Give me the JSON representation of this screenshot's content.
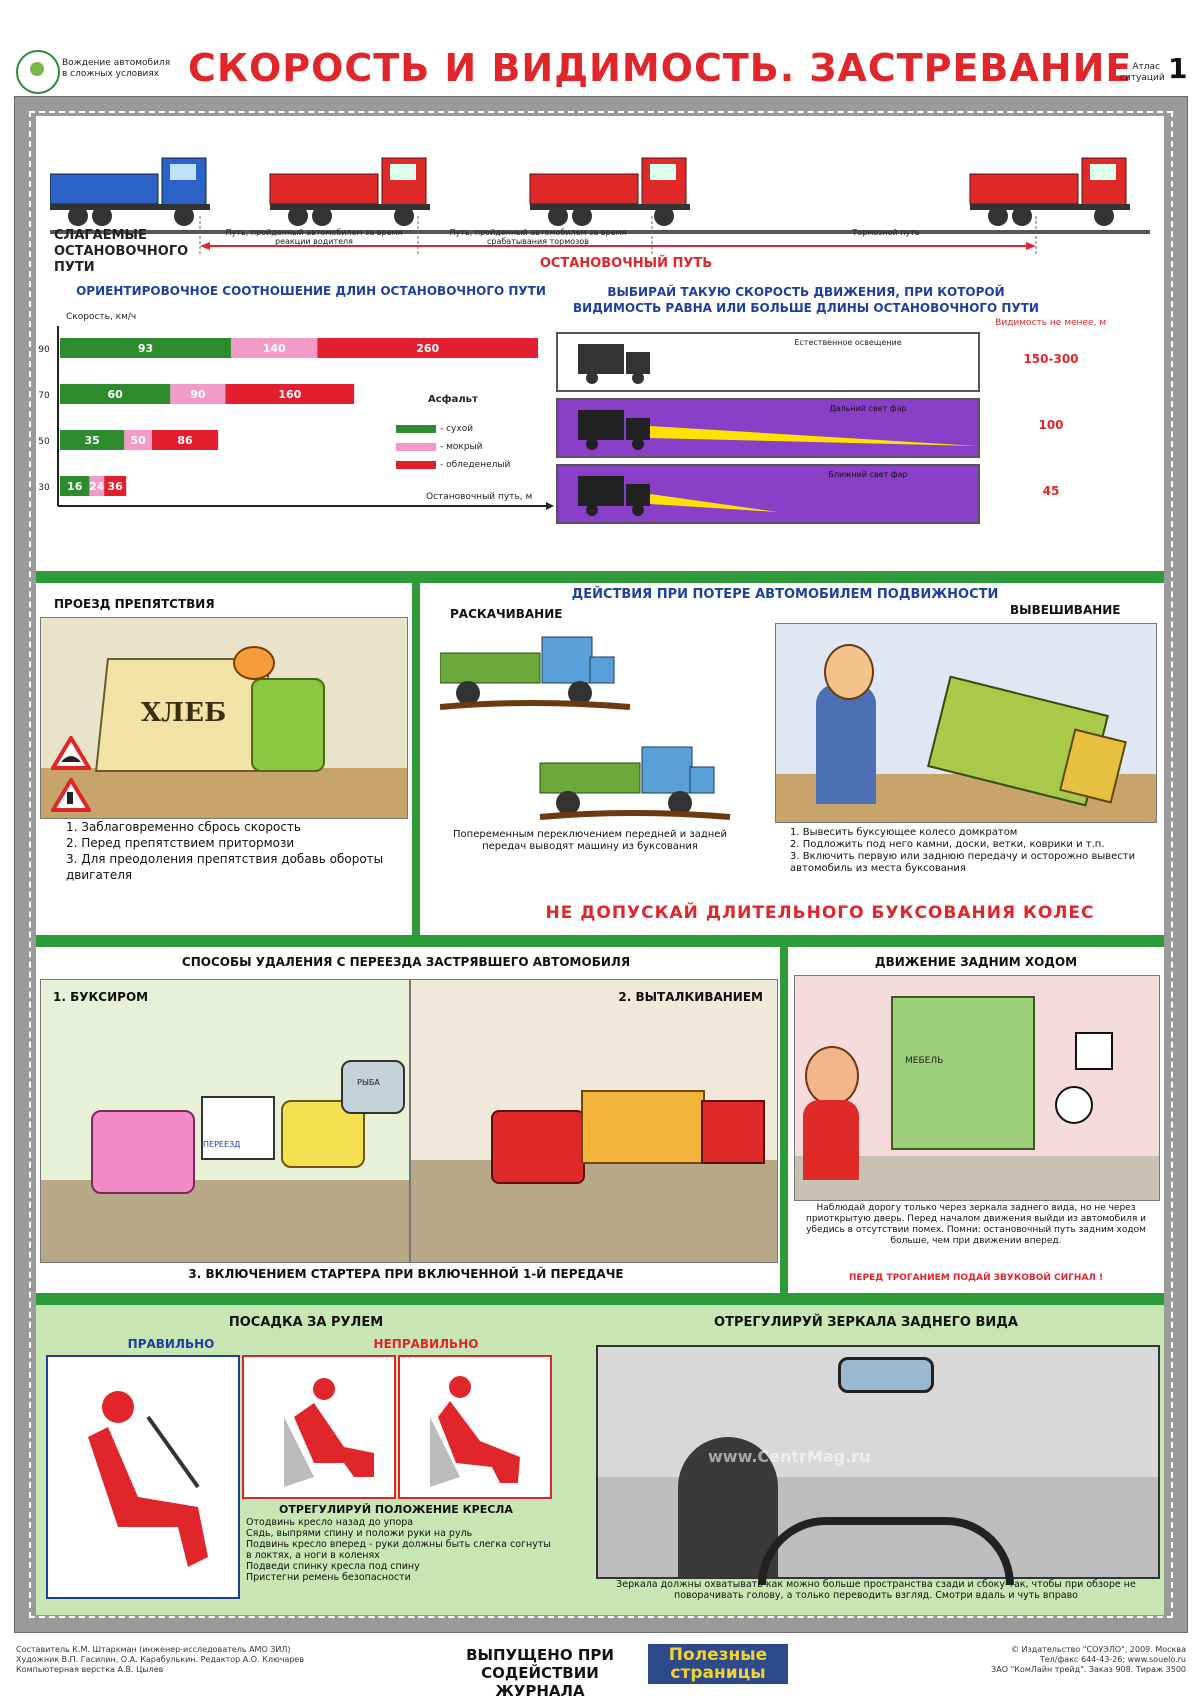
{
  "header": {
    "brand_line1": "Вождение автомобиля",
    "brand_line2": "в сложных условиях",
    "title": "СКОРОСТЬ И ВИДИМОСТЬ.  ЗАСТРЕВАНИЕ",
    "atlas_line1": "Атлас",
    "atlas_line2": "ситуаций",
    "page_number": "1"
  },
  "stopping": {
    "components_label": "СЛАГАЕМЫЕ ОСТАНОВОЧНОГО ПУТИ",
    "reaction_path": "Путь, пройденный автомобилем за время реакции водителя",
    "brake_actuation_path": "Путь, пройденный автомобилем за время срабатывания тормозов",
    "braking_path": "Тормозной путь",
    "stopping_path": "ОСТАНОВОЧНЫЙ ПУТЬ"
  },
  "ratio_chart": {
    "title": "ОРИЕНТИРОВОЧНОЕ СООТНОШЕНИЕ  ДЛИН  ОСТАНОВОЧНОГО ПУТИ",
    "y_label": "Скорость, км/ч",
    "x_label": "Остановочный путь, м",
    "legend_title": "Асфальт",
    "legend": [
      "- сухой",
      "- мокрый",
      "- обледенелый"
    ],
    "colors": {
      "dry": "#2e8b2e",
      "wet": "#f39bc8",
      "icy": "#e31e2e"
    }
  },
  "chart_data": {
    "type": "bar",
    "orientation": "horizontal",
    "categories": [
      "90",
      "70",
      "50",
      "30"
    ],
    "series": [
      {
        "name": "- сухой",
        "values": [
          93,
          60,
          35,
          16
        ]
      },
      {
        "name": "- мокрый",
        "values": [
          140,
          90,
          50,
          24
        ]
      },
      {
        "name": "- обледенелый",
        "values": [
          260,
          160,
          86,
          36
        ]
      }
    ],
    "ylabel": "Скорость, км/ч",
    "xlabel": "Остановочный путь, м",
    "xlim": [
      0,
      260
    ]
  },
  "visibility": {
    "title": "ВЫБИРАЙ ТАКУЮ СКОРОСТЬ ДВИЖЕНИЯ, ПРИ КОТОРОЙ ВИДИМОСТЬ РАВНА ИЛИ БОЛЬШЕ ДЛИНЫ ОСТАНОВОЧНОГО ПУТИ",
    "column_header": "Видимость не менее, м",
    "rows": [
      {
        "label": "Естественное освещение",
        "value": "150-300"
      },
      {
        "label": "Дальний свет фар",
        "value": "100"
      },
      {
        "label": "Ближний свет фар",
        "value": "45"
      }
    ]
  },
  "obstacle": {
    "title": "ПРОЕЗД ПРЕПЯТСТВИЯ",
    "truck_text": "ХЛЕБ",
    "steps": [
      "1. Заблаговременно сбрось скорость",
      "2. Перед препятствием притормози",
      "3. Для преодоления препятствия добавь обороты двигателя"
    ]
  },
  "stuck": {
    "title": "ДЕЙСТВИЯ ПРИ ПОТЕРЕ АВТОМОБИЛЕМ ПОДВИЖНОСТИ",
    "rocking_title": "РАСКАЧИВАНИЕ",
    "rocking_text": "Попеременным переключением передней и задней передач выводят машину из буксования",
    "lifting_title": "ВЫВЕШИВАНИЕ",
    "lifting_steps": [
      "1. Вывесить буксующее колесо домкратом",
      "2. Подложить под него камни, доски, ветки, коврики и т.п.",
      "3. Включить первую или заднюю передачу и осторожно вывести  автомобиль из места буксования"
    ],
    "warning": "НЕ ДОПУСКАЙ ДЛИТЕЛЬНОГО БУКСОВАНИЯ КОЛЕС"
  },
  "crossing": {
    "title": "СПОСОБЫ УДАЛЕНИЯ С ПЕРЕЕЗДА ЗАСТРЯВШЕГО АВТОМОБИЛЯ",
    "method1": "1. БУКСИРОМ",
    "method2": "2. ВЫТАЛКИВАНИЕМ",
    "method3": "3.  ВКЛЮЧЕНИЕМ СТАРТЕРА ПРИ ВКЛЮЧЕННОЙ 1-Й ПЕРЕДАЧЕ",
    "van_text": "ПЕРЕЕЗД",
    "tank_text": "РЫБА"
  },
  "reverse": {
    "title": "ДВИЖЕНИЕ ЗАДНИМ ХОДОМ",
    "truck_text": "МЕБЕЛЬ",
    "text": "Наблюдай дорогу только через зеркала заднего вида, но не через приоткрытую дверь. Перед началом движения выйди из автомобиля и убедись в отсутствии помех. Помни: остановочный путь задним ходом больше, чем при движении вперед.",
    "warning": "ПЕРЕД ТРОГАНИЕМ ПОДАЙ ЗВУКОВОЙ СИГНАЛ !"
  },
  "seating": {
    "title": "ПОСАДКА ЗА РУЛЕМ",
    "correct": "ПРАВИЛЬНО",
    "incorrect": "НЕПРАВИЛЬНО",
    "adjust_title": "ОТРЕГУЛИРУЙ ПОЛОЖЕНИЕ КРЕСЛА",
    "steps": [
      "Отодвинь кресло назад до упора",
      "Сядь, выпрями спину и положи руки на руль",
      "Подвинь кресло вперед - руки должны быть слегка согнуты в локтях, а ноги в коленях",
      "Подведи спинку кресла под спину",
      "Пристегни ремень безопасности"
    ]
  },
  "mirrors": {
    "title": "ОТРЕГУЛИРУЙ ЗЕРКАЛА ЗАДНЕГО ВИДА",
    "text": "Зеркала должны охватывать как можно больше пространства сзади и сбоку-так, чтобы при обзоре не поворачивать голову, а только переводить взгляд. Смотри вдаль и чуть вправо",
    "watermark": "www.CentrMag.ru"
  },
  "footer": {
    "credits": [
      "Составитель К.М. Штаркман (инженер-исследователь АМО  ЗИЛ)",
      "Художник В.П. Гасилин, О.А. Карабулькин. Редактор А.О. Ключарев",
      "Компьютерная верстка А.В. Цылев"
    ],
    "published_line1": "ВЫПУЩЕНО ПРИ",
    "published_line2": "СОДЕЙСТВИИ ЖУРНАЛА",
    "magazine_line1": "Полезные",
    "magazine_line2": "страницы",
    "publisher": [
      "© Издательство \"СОУЭЛО\", 2009. Москва",
      "Тел/факс 644-43-26; www.souelo.ru",
      "ЗАО \"КомЛайн трейд\". Заказ 908. Тираж 3500"
    ]
  }
}
